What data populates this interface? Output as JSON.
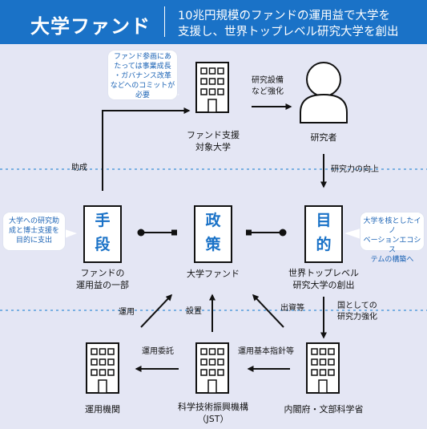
{
  "header": {
    "title": "大学ファンド",
    "subtitle_line1": "10兆円規模のファンドの運用益で大学を",
    "subtitle_line2": "支援し、世界トップレベル研究大学を創出"
  },
  "nodes": {
    "fund_university": {
      "line1": "ファンド支援",
      "line2": "対象大学"
    },
    "researcher": {
      "label": "研究者"
    },
    "means": {
      "glyph1": "手",
      "glyph2": "段",
      "line1": "ファンドの",
      "line2": "運用益の一部"
    },
    "policy": {
      "glyph1": "政",
      "glyph2": "策",
      "label": "大学ファンド"
    },
    "goal": {
      "glyph1": "目",
      "glyph2": "的",
      "line1": "世界トップレベル",
      "line2": "研究大学の創出"
    },
    "asset_manager": {
      "label": "運用機関"
    },
    "jst": {
      "line1": "科学技術振興機構",
      "line2": "（JST）"
    },
    "cabinet": {
      "label": "内閣府・文部科学省"
    }
  },
  "edges": {
    "research_equipment": {
      "line1": "研究設備",
      "line2": "など強化"
    },
    "research_power": "研究力の向上",
    "support": "助成",
    "operation": "運用",
    "establish": "設置",
    "investment": "出資等",
    "national_line1": "国としての",
    "national_line2": "研究力強化",
    "entrust": "運用委託",
    "guidelines": "運用基本指針等"
  },
  "callouts": {
    "top": [
      "ファンド参画にあ",
      "たっては事業成長",
      "・ガバナンス改革",
      "などへのコミットが",
      "必要"
    ],
    "left": [
      "大学への研究助",
      "成と博士支援を",
      "目的に支出"
    ],
    "right": [
      "大学を核としたイノ",
      "ベーションエコシス",
      "テムの構築へ"
    ]
  },
  "colors": {
    "header_bg": "#1a72c7",
    "page_bg": "#e4e6f4",
    "accent_text": "#1a72c7",
    "callout_text": "#1b63b5",
    "divider": "#3a8fd6"
  },
  "icons": {
    "building": "building-icon",
    "person": "person-icon"
  }
}
